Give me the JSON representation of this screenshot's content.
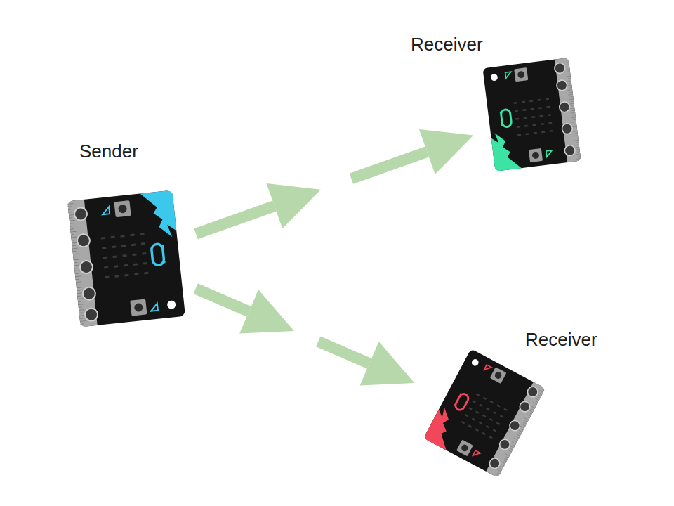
{
  "diagram": {
    "nodes": [
      {
        "text": [
          "Sender"
        ]
      },
      {
        "text": [
          "Receiver"
        ]
      },
      {
        "text": [
          "Receiver"
        ]
      }
    ],
    "edges": [
      {
        "from": 0,
        "to": 1,
        "arrow": "to"
      },
      {
        "from": 0,
        "to": 2,
        "arrow": "to"
      }
    ]
  }
}
